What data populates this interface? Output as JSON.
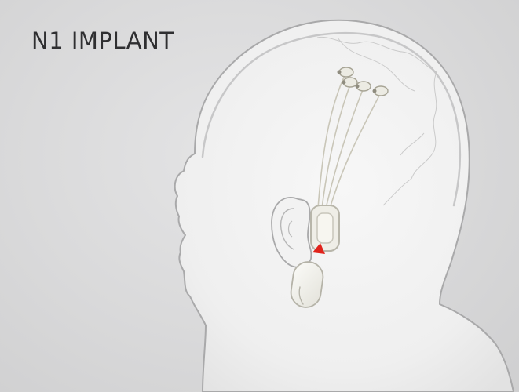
{
  "title": "N1 IMPLANT",
  "colors": {
    "background": "#dcdcdd",
    "title_text": "#2f2f31",
    "head_fill": "#f4f4f4",
    "head_outline": "#a9a9aa",
    "thread": "#c9c6b8",
    "thread_node": "#a7a495",
    "implant_fill": "#efeee7",
    "charger_arrow": "#e0231b"
  },
  "illustration": {
    "head_view": "side-profile",
    "electrode_thread_count": 4,
    "components": [
      "head-silhouette",
      "brain-outline",
      "ear",
      "electrode-threads",
      "implant-device",
      "charging-pod",
      "charging-arrow"
    ]
  }
}
